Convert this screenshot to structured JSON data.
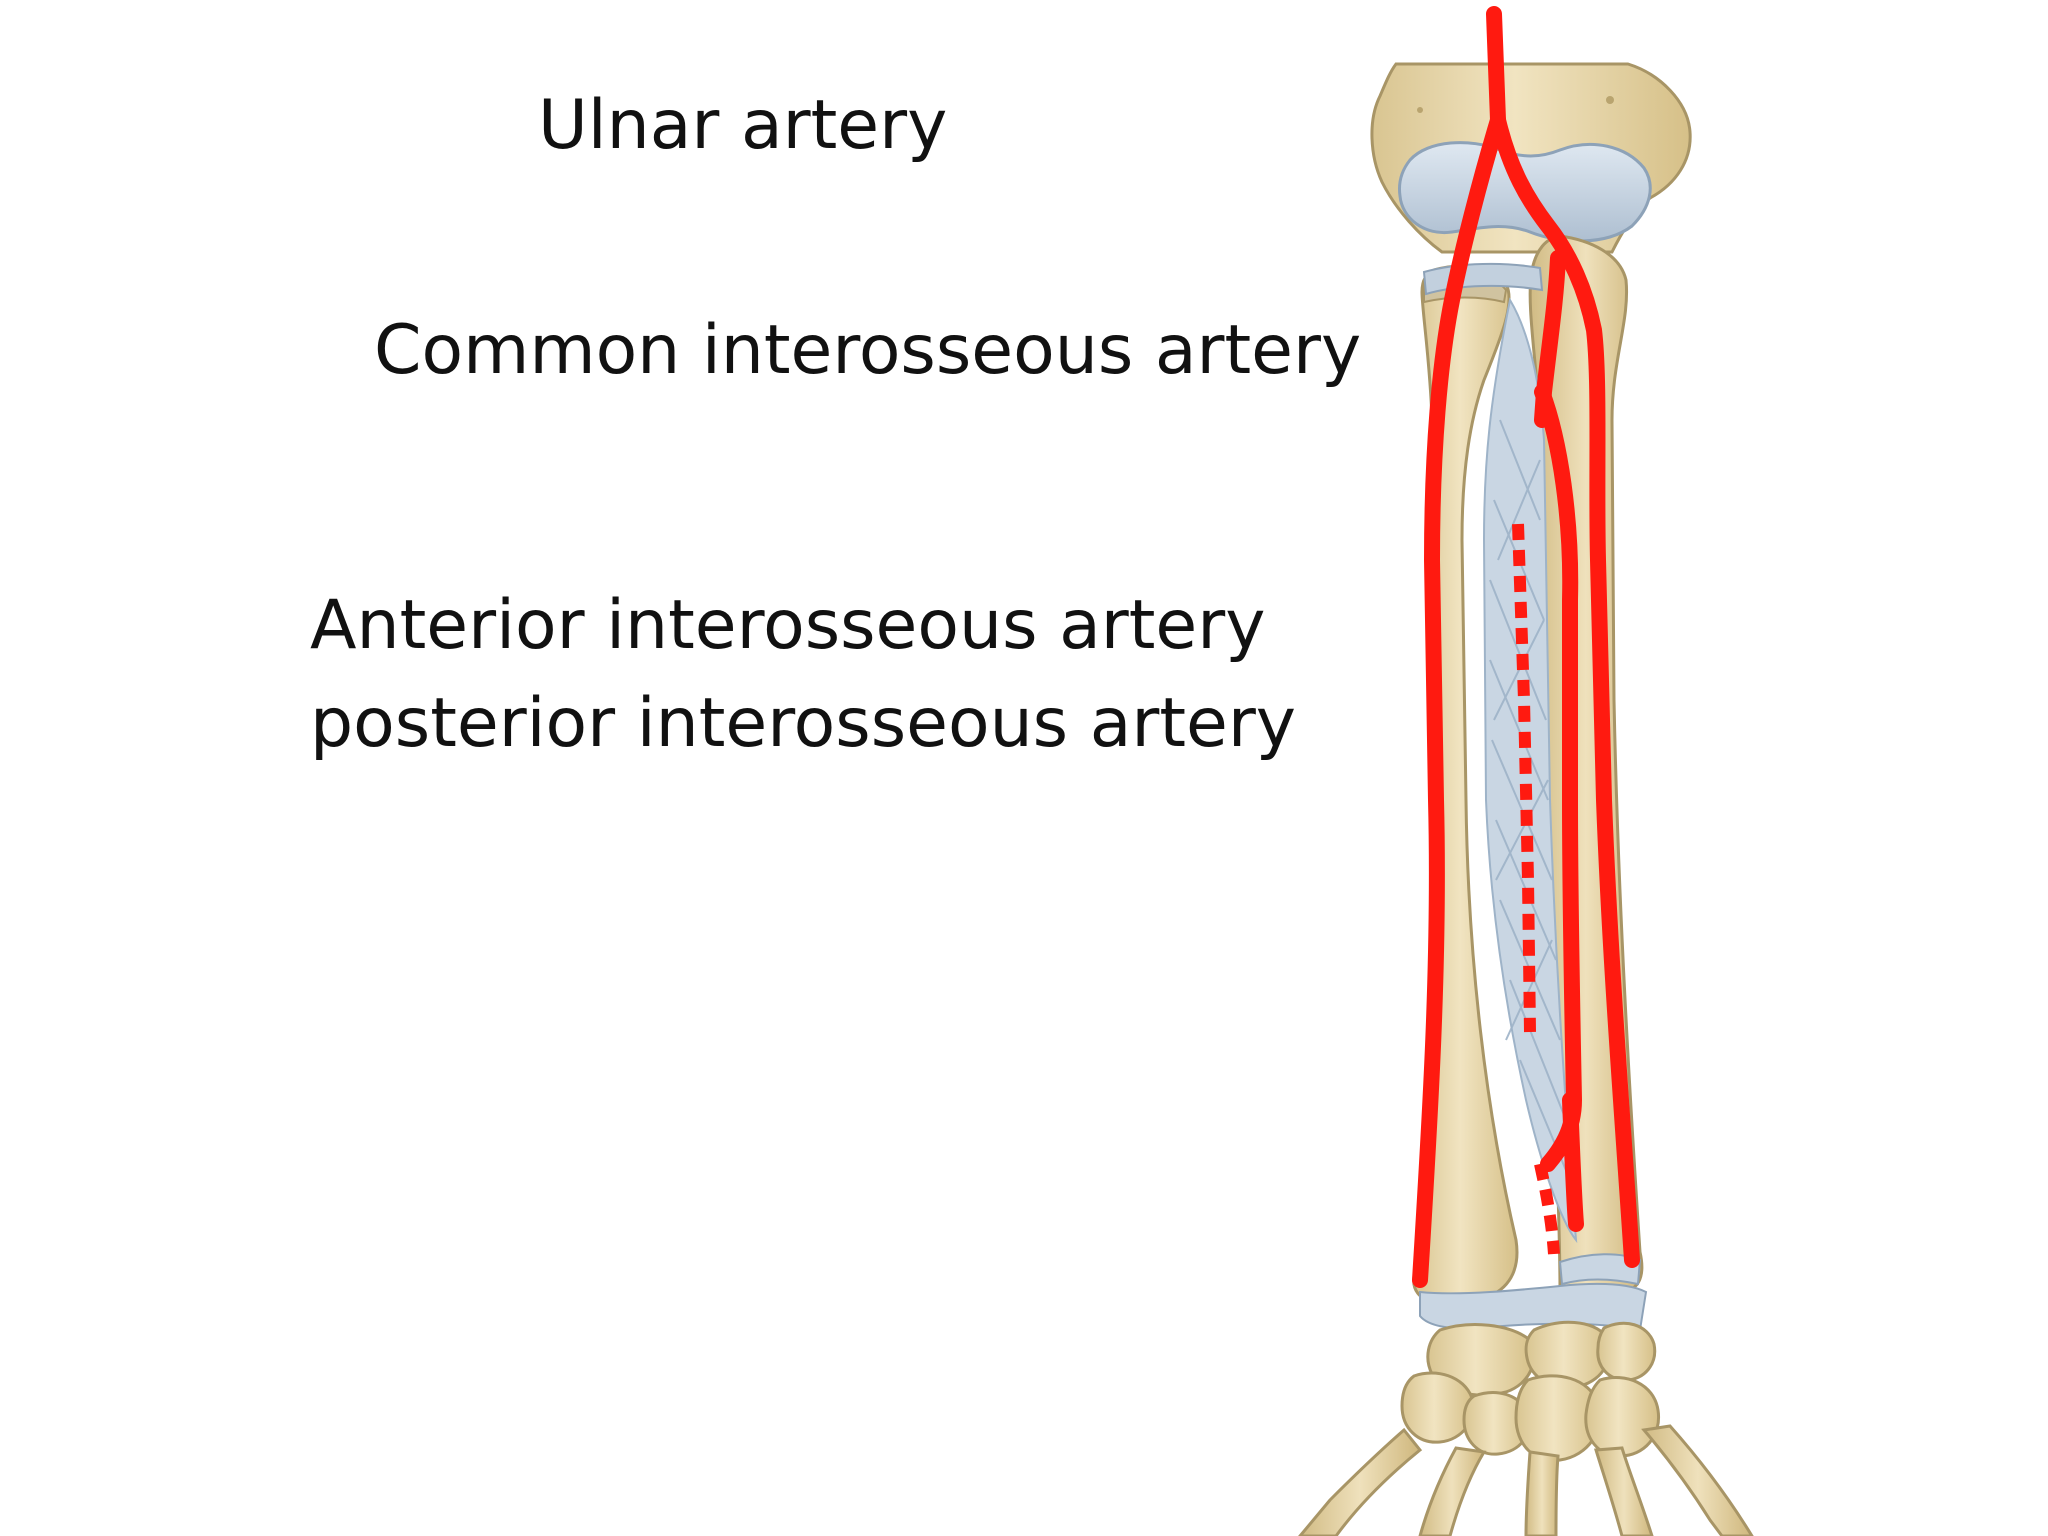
{
  "labels": {
    "ulnar": "Ulnar artery",
    "common": "Common interosseous artery",
    "anterior": "Anterior interosseous artery",
    "posterior": "posterior interosseous artery"
  },
  "colors": {
    "artery": "#ff1a10",
    "bone": "#ead9b0",
    "bone_outline": "#a89566",
    "membrane": "#c9d6e3",
    "membrane_lines": "#9eb3c8",
    "text": "#111111"
  },
  "figure": {
    "subject": "forearm bones (radius and ulna) with interosseous membrane and carpal bones, anterior view",
    "artery_trace_style": "solid red lines; dashed red line for posterior interosseous artery"
  }
}
